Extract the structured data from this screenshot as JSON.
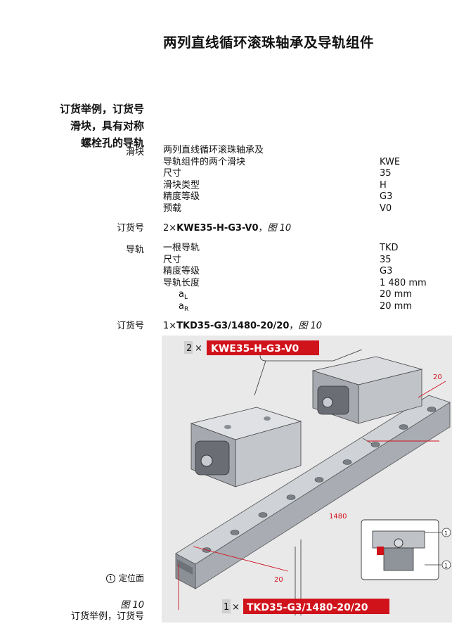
{
  "page_title": "两列直线循环滚珠轴承及导轨组件",
  "section_heading": [
    "订货举例，订货号",
    "滑块，具有对称",
    "螺栓孔的导轨"
  ],
  "carriage": {
    "label": "滑块",
    "rows": [
      {
        "name": "两列直线循环滚珠轴承及",
        "value": ""
      },
      {
        "name": "导轨组件的两个滑块",
        "value": "KWE"
      },
      {
        "name": "尺寸",
        "value": "35"
      },
      {
        "name": "滑块类型",
        "value": "H"
      },
      {
        "name": "精度等级",
        "value": "G3"
      },
      {
        "name": "预载",
        "value": "V0"
      }
    ],
    "order_label": "订货号",
    "order_qty": "2×",
    "order_code": "KWE35-H-G3-V0",
    "order_sep": "，",
    "order_fig": "图 10"
  },
  "rail": {
    "label": "导轨",
    "rows": [
      {
        "name": "一根导轨",
        "value": "TKD"
      },
      {
        "name": "尺寸",
        "value": "35"
      },
      {
        "name": "精度等级",
        "value": "G3"
      },
      {
        "name": "导轨长度",
        "value": "1 480 mm"
      }
    ],
    "aL_base": "a",
    "aL_sub": "L",
    "aL_value": "20 mm",
    "aR_base": "a",
    "aR_sub": "R",
    "aR_value": "20 mm",
    "order_label": "订货号",
    "order_qty": "1×",
    "order_code": "TKD35-G3/1480-20/20",
    "order_sep": "，",
    "order_fig": "图 10"
  },
  "figure": {
    "top_qty": "2",
    "top_times": "×",
    "top_code": "KWE35-H-G3-V0",
    "bottom_qty": "1",
    "bottom_times": "×",
    "bottom_code": "TKD35-G3/1480-20/20",
    "dim_left": "20",
    "dim_right": "20",
    "dim_length": "1480",
    "callout_1a": "1",
    "callout_1b": "1",
    "accent_color": "#d0121b"
  },
  "legend": {
    "num": "1",
    "text": "定位面"
  },
  "caption": {
    "fig": "图 10",
    "text": "订货举例，订货号"
  }
}
